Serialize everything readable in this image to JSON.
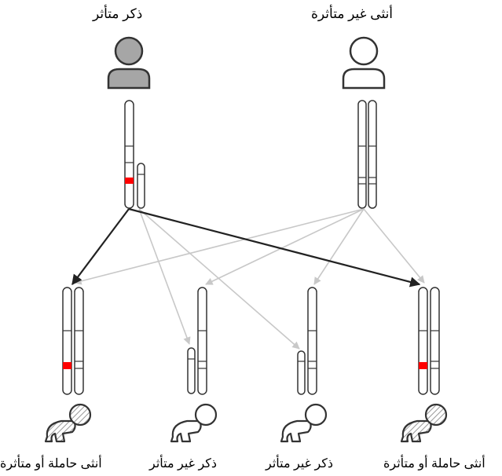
{
  "parents": {
    "father": {
      "label": "ذكر متأثر",
      "status": "affected"
    },
    "mother": {
      "label": "أنثى غير متأثرة",
      "status": "unaffected"
    }
  },
  "children": [
    {
      "label": "أنثى حاملة أو متأثرة",
      "sex": "female",
      "status": "carrier-or-affected"
    },
    {
      "label": "ذكر غير متأثر",
      "sex": "male",
      "status": "unaffected"
    },
    {
      "label": "ذكر غير متأثر",
      "sex": "male",
      "status": "unaffected"
    },
    {
      "label": "أنثى حاملة أو متأثرة",
      "sex": "female",
      "status": "carrier-or-affected"
    }
  ],
  "colors": {
    "outline": "#333333",
    "affected_fill": "#a6a6a6",
    "mutation": "#ff0000",
    "strong_arrow": "#222222",
    "faint_arrow": "#c8c8c8",
    "hatch": "#999999"
  }
}
